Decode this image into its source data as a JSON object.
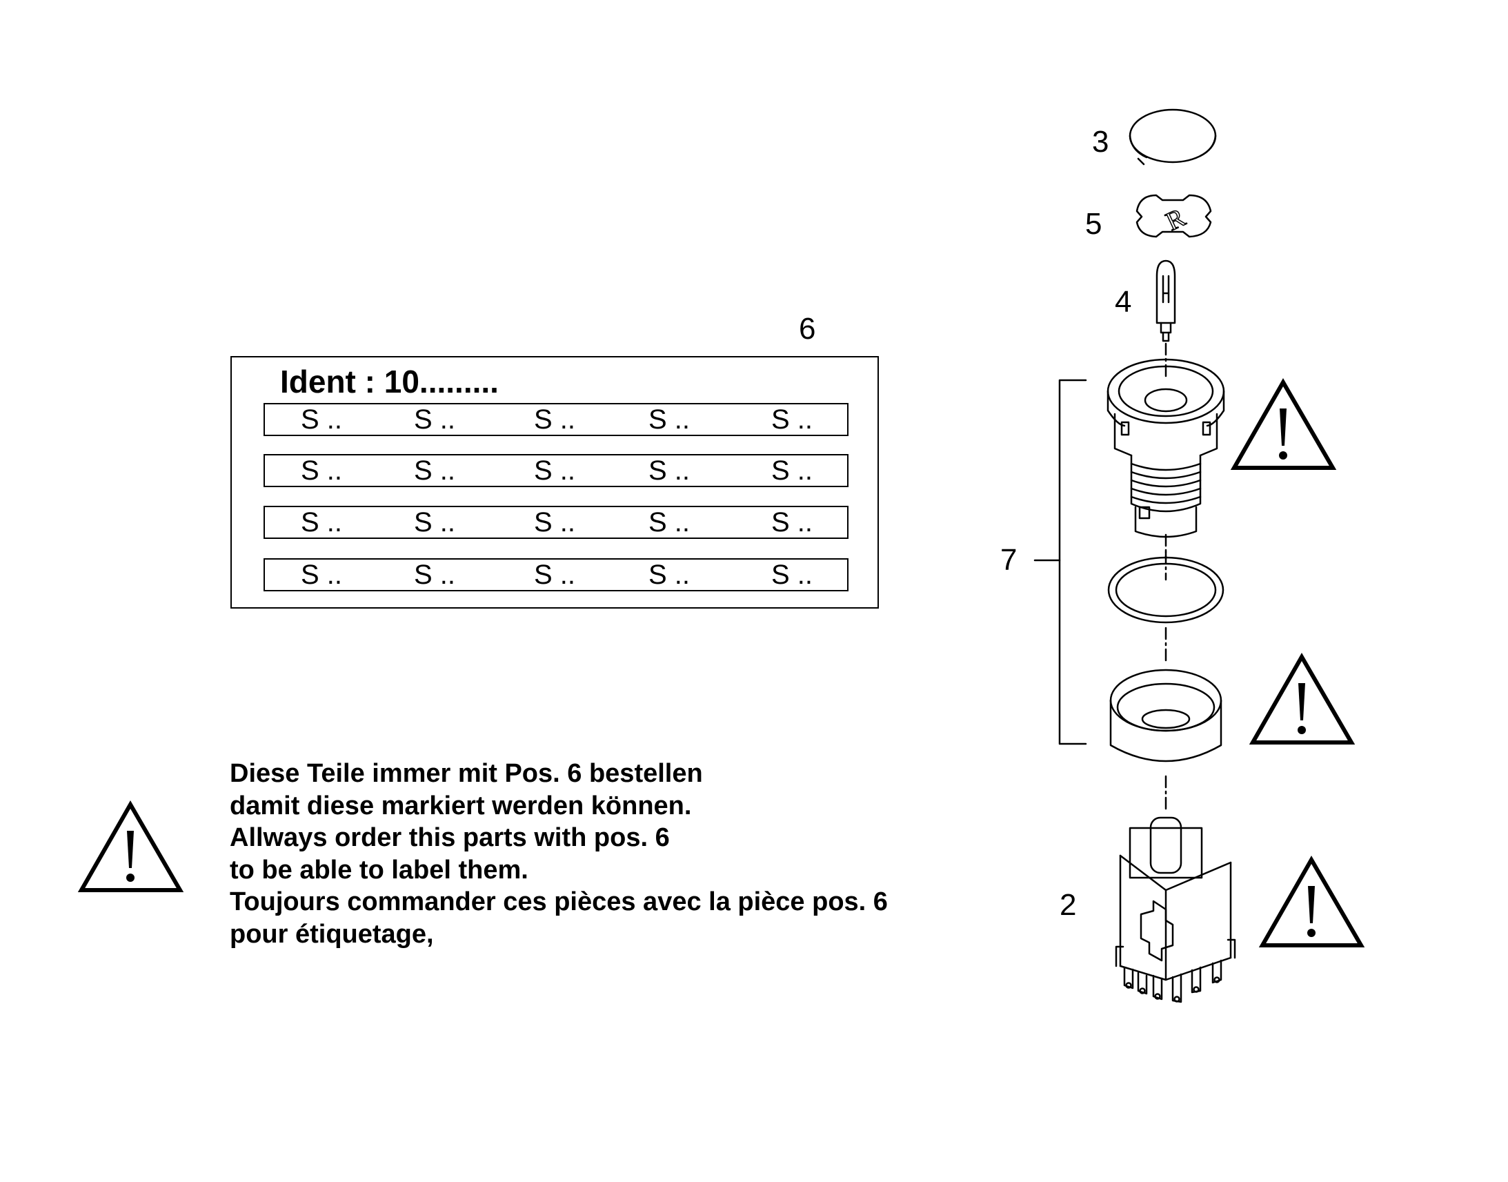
{
  "callouts": {
    "pos2": "2",
    "pos3": "3",
    "pos4": "4",
    "pos5": "5",
    "pos6": "6",
    "pos7": "7"
  },
  "label_card": {
    "ident": "Ident : 10.........",
    "rows": [
      [
        "S ..",
        "S ..",
        "S ..",
        "S ..",
        "S .."
      ],
      [
        "S ..",
        "S ..",
        "S ..",
        "S ..",
        "S .."
      ],
      [
        "S ..",
        "S ..",
        "S ..",
        "S ..",
        "S .."
      ],
      [
        "S ..",
        "S ..",
        "S ..",
        "S ..",
        "S .."
      ]
    ]
  },
  "instructions": [
    "Diese Teile immer mit Pos. 6 bestellen",
    "damit diese markiert werden können.",
    "Allways order this parts with pos. 6",
    "to be able to label them.",
    "Toujours commander ces pièces avec la pièce pos. 6",
    "pour étiquetage,"
  ],
  "lens_letter": "R",
  "icons": [
    "warning-triangle-icon"
  ]
}
